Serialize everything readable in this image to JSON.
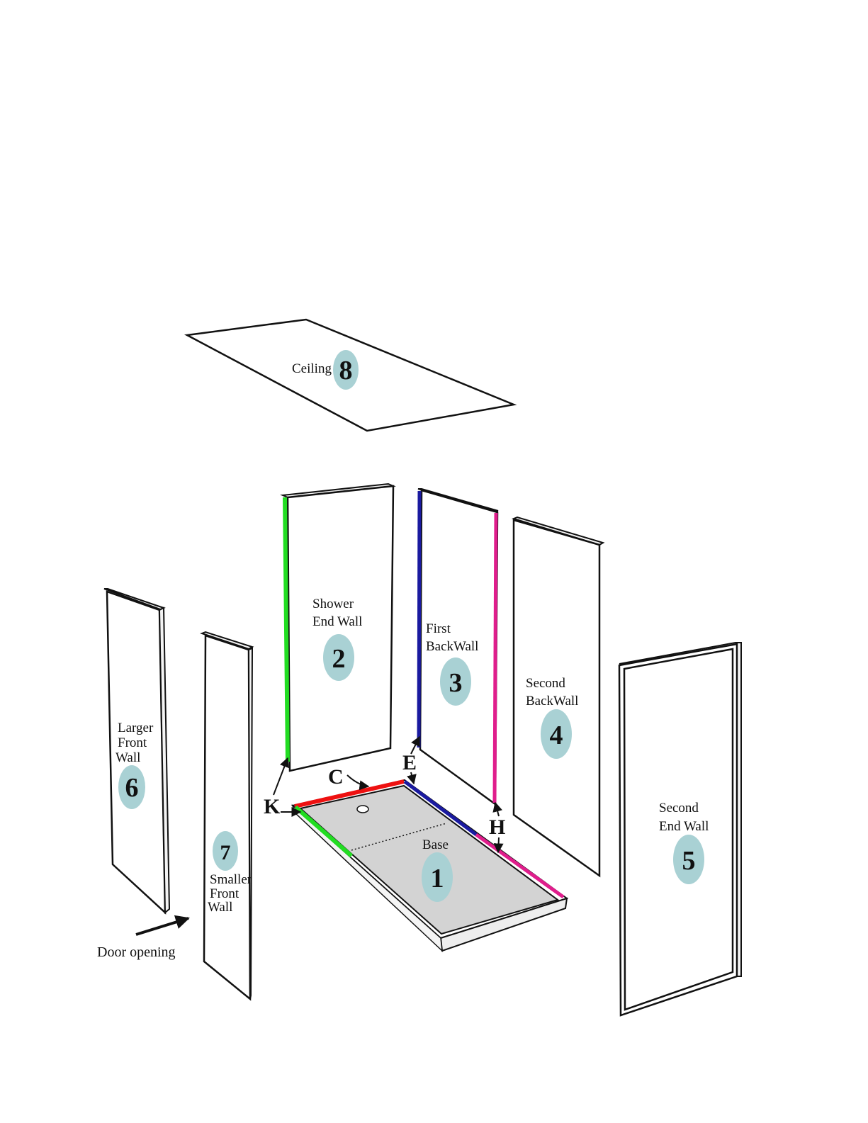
{
  "colors": {
    "badge": "#a9d1d4",
    "edge_green": "#22dd22",
    "edge_red": "#ee1111",
    "edge_blue": "#1a1aa0",
    "edge_magenta": "#e01d8c",
    "base_fill": "#d3d3d3"
  },
  "panels": {
    "ceiling": {
      "label": "Ceiling",
      "number": "8"
    },
    "shower_end_wall": {
      "label_line1": "Shower",
      "label_line2": "End Wall",
      "number": "2"
    },
    "first_back_wall": {
      "label_line1": "First",
      "label_line2": "BackWall",
      "number": "3"
    },
    "second_back_wall": {
      "label_line1": "Second",
      "label_line2": "BackWall",
      "number": "4"
    },
    "second_end_wall": {
      "label_line1": "Second",
      "label_line2": "End Wall",
      "number": "5"
    },
    "larger_front_wall": {
      "label_line1": "Larger",
      "label_line2": "Front",
      "label_line3": "Wall",
      "number": "6"
    },
    "smaller_front_wall": {
      "label_line1": "Smaller",
      "label_line2": "Front",
      "label_line3": "Wall",
      "number": "7"
    },
    "base": {
      "label": "Base",
      "number": "1"
    }
  },
  "edge_letters": {
    "c": "C",
    "e": "E",
    "h": "H",
    "k": "K"
  },
  "door_opening": "Door opening"
}
